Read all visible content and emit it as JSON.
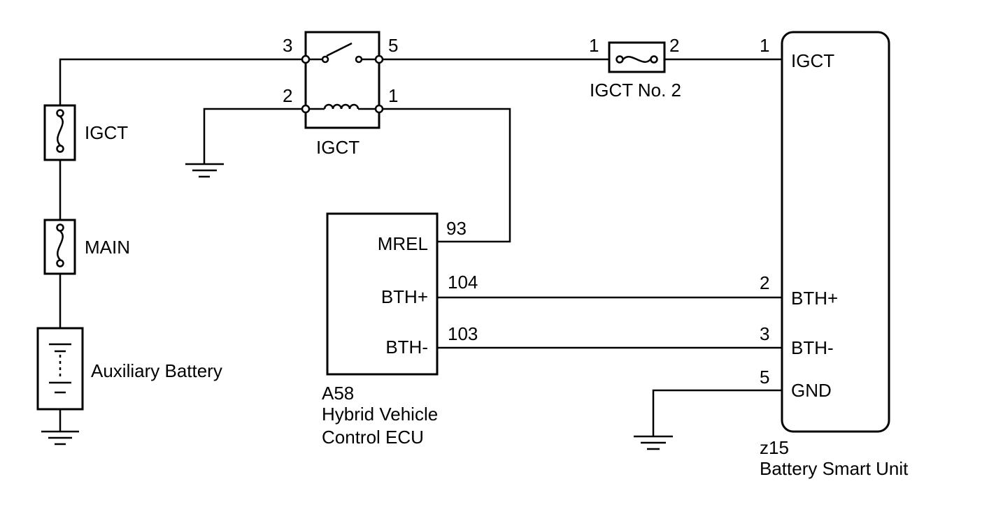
{
  "components": {
    "fuse_igct": {
      "label": "IGCT"
    },
    "fuse_main": {
      "label": "MAIN"
    },
    "battery": {
      "label": "Auxiliary Battery"
    },
    "relay": {
      "label": "IGCT",
      "pin_3": "3",
      "pin_5": "5",
      "pin_2": "2",
      "pin_1": "1"
    },
    "fuse_igct_no2": {
      "label": "IGCT No. 2",
      "pin_1": "1",
      "pin_2": "2"
    },
    "ecu": {
      "code": "A58",
      "name_line1": "Hybrid Vehicle",
      "name_line2": "Control ECU",
      "terminals": [
        {
          "name": "MREL",
          "pin": "93"
        },
        {
          "name": "BTH+",
          "pin": "104"
        },
        {
          "name": "BTH-",
          "pin": "103"
        }
      ]
    },
    "bsu": {
      "code": "z15",
      "name": "Battery Smart Unit",
      "terminals": [
        {
          "name": "IGCT",
          "pin": "1"
        },
        {
          "name": "BTH+",
          "pin": "2"
        },
        {
          "name": "BTH-",
          "pin": "3"
        },
        {
          "name": "GND",
          "pin": "5"
        }
      ]
    }
  }
}
